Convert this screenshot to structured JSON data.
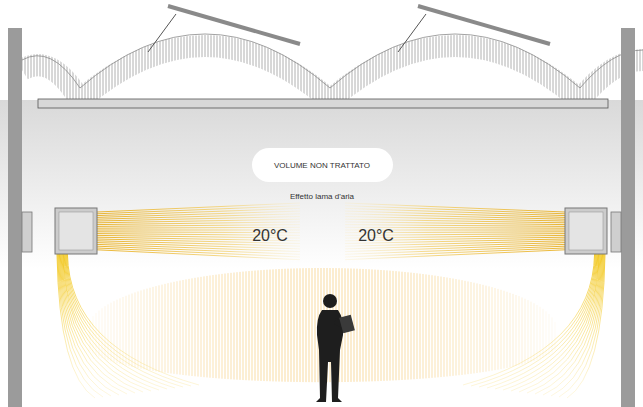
{
  "diagram": {
    "nodes": [
      {
        "text": [
          "VOLUME NON TRATTATO"
        ]
      }
    ],
    "labels": [
      "Effetto lama d'aria",
      "20°C",
      "20°C"
    ]
  }
}
